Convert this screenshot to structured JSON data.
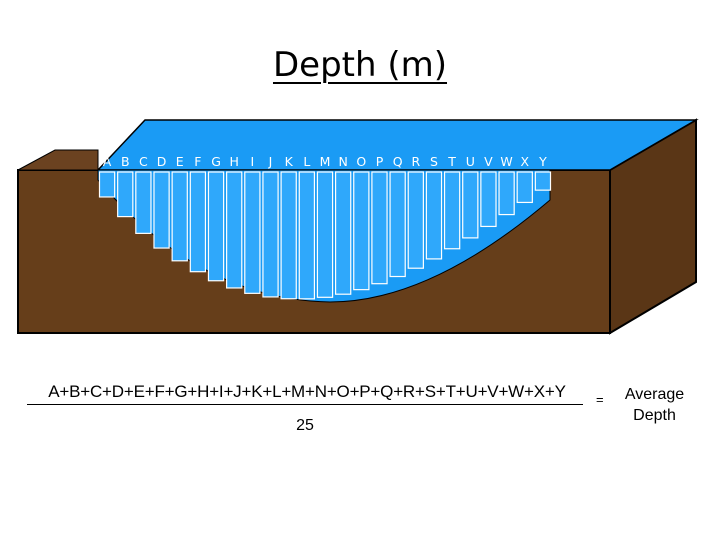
{
  "title": "Depth (m)",
  "column_labels": [
    "A",
    "B",
    "C",
    "D",
    "E",
    "F",
    "G",
    "H",
    "I",
    "J",
    "K",
    "L",
    "M",
    "N",
    "O",
    "P",
    "Q",
    "R",
    "S",
    "T",
    "U",
    "V",
    "W",
    "X",
    "Y"
  ],
  "formula": {
    "numerator": "A+B+C+D+E+F+G+H+I+J+K+L+M+N+O+P+Q+R+S+T+U+V+W+X+Y",
    "denominator": "25",
    "equals": "=",
    "result_line1": "Average",
    "result_line2": "Depth"
  },
  "colors": {
    "earth": "#663e1a",
    "earth_top": "#6b4220",
    "water": "#1a9bf5",
    "water_surface": "#2aa3f8",
    "column_fill": "#2fa8fb",
    "column_stroke": "#ffffff",
    "outline": "#000000"
  }
}
